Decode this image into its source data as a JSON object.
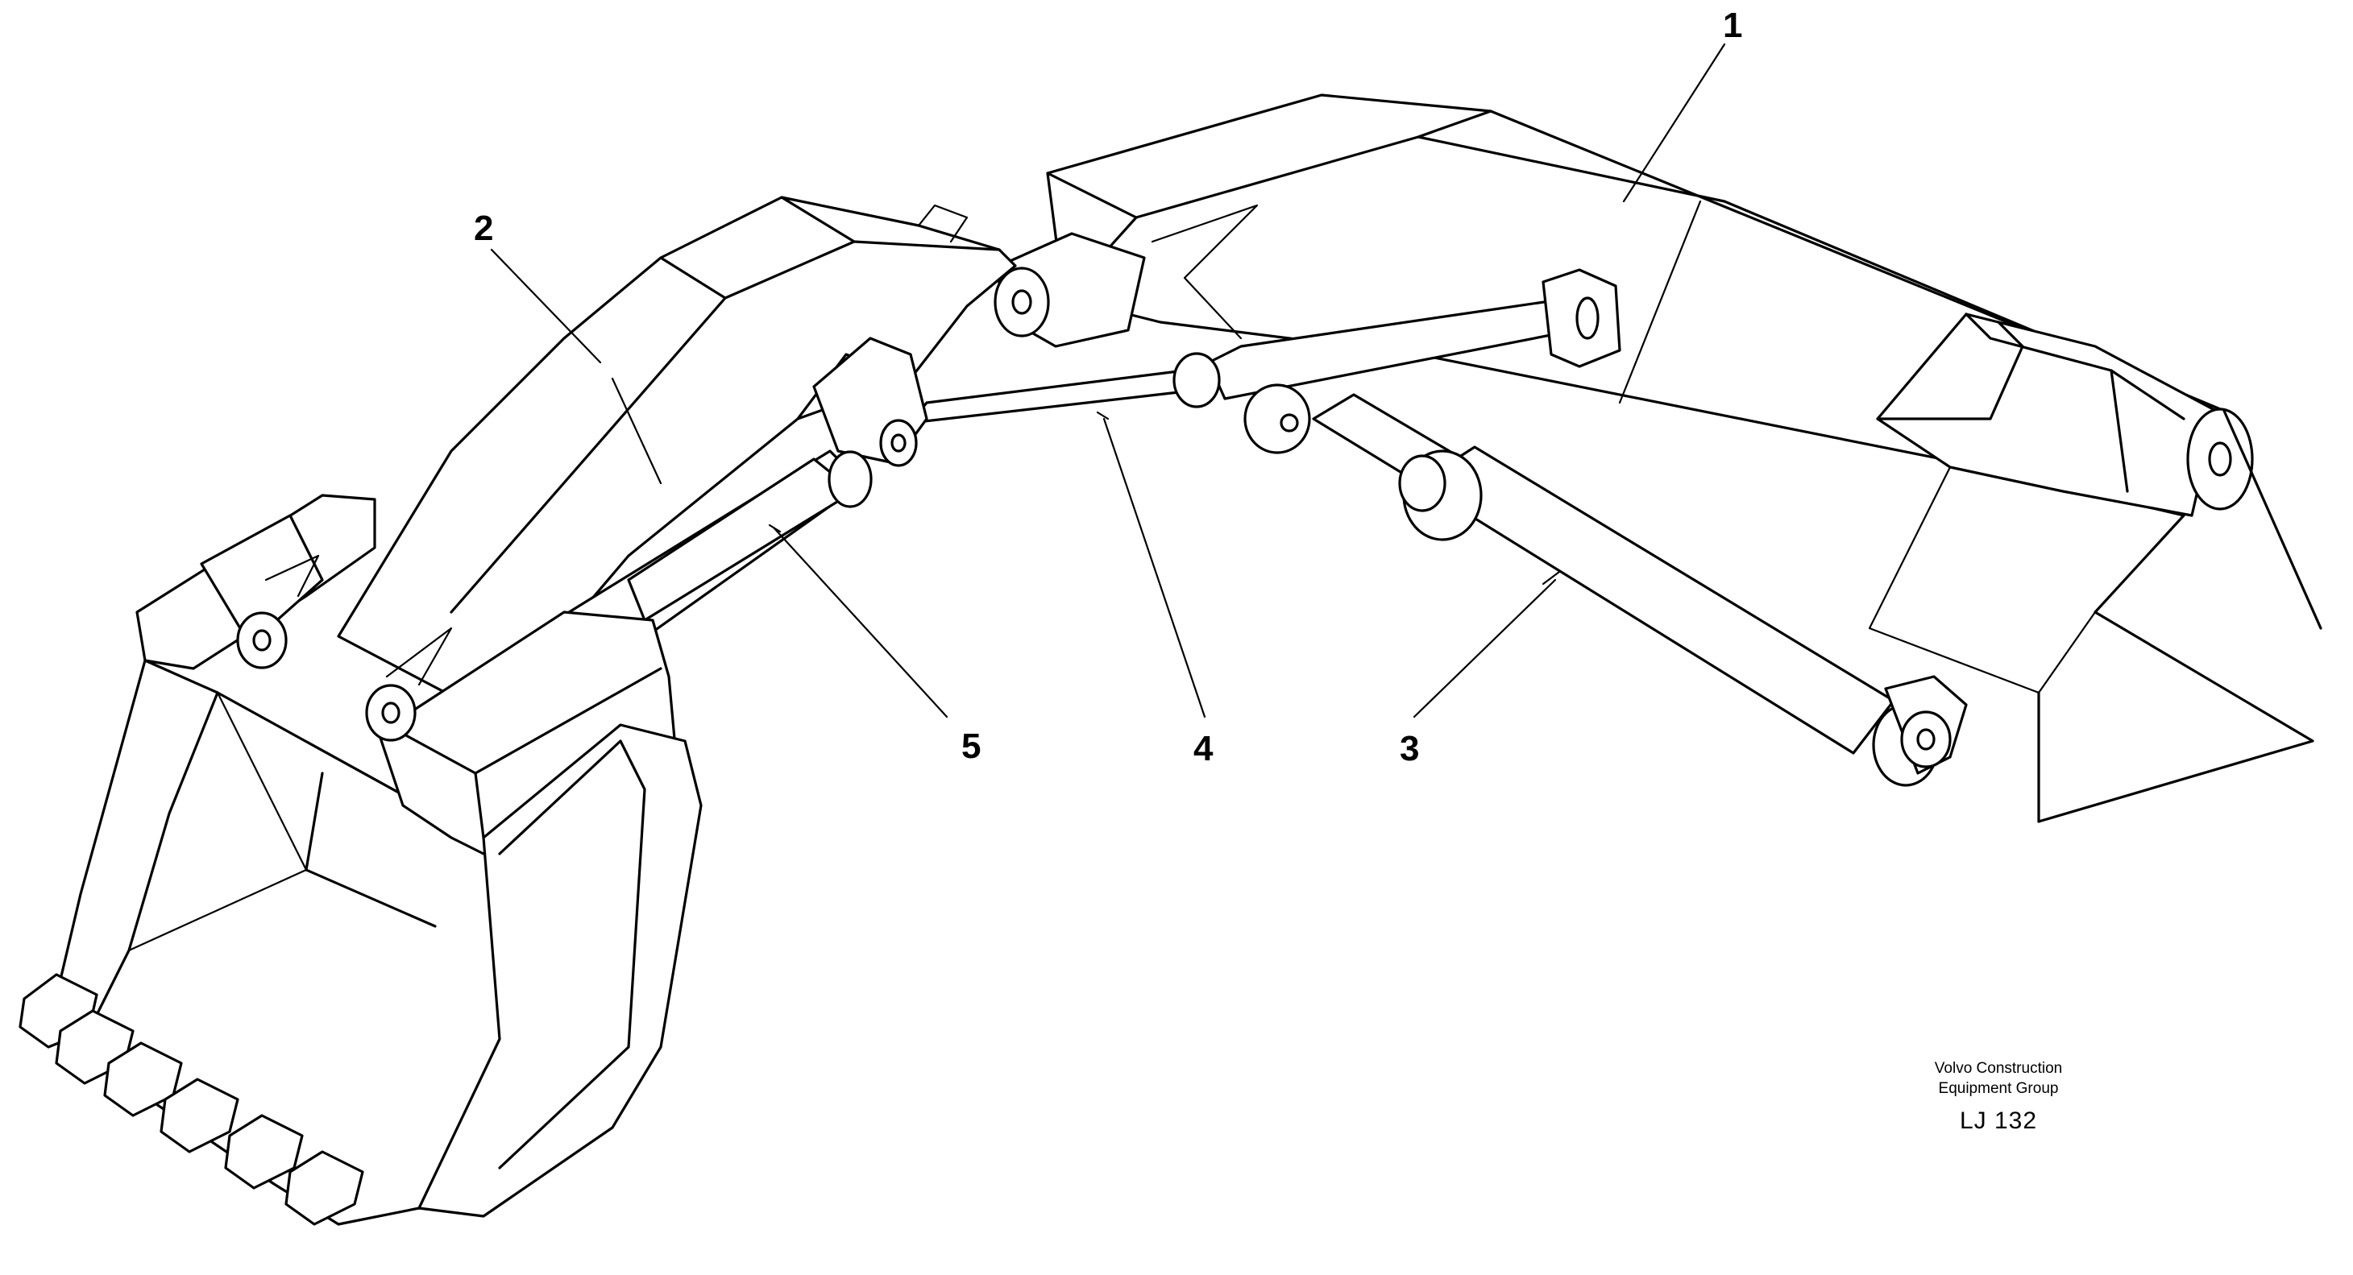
{
  "callouts": [
    {
      "id": "1",
      "label": "1"
    },
    {
      "id": "2",
      "label": "2"
    },
    {
      "id": "3",
      "label": "3"
    },
    {
      "id": "4",
      "label": "4"
    },
    {
      "id": "5",
      "label": "5"
    }
  ],
  "caption": {
    "company_line1": "Volvo Construction",
    "company_line2": "Equipment Group",
    "code": "LJ 132"
  }
}
